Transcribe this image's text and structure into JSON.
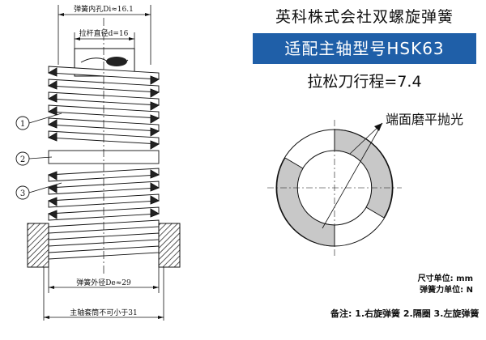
{
  "spring_drawing": {
    "inner_dia_label": "弹簧内孔Di≈16.1",
    "rod_dia_label": "拉杆直径d=16",
    "outer_dia_label": "弹簧外径De≈29",
    "sleeve_label": "主轴套筒不可小于31",
    "markers": [
      "1",
      "2",
      "3"
    ]
  },
  "info": {
    "company": "英科株式会社双螺旋弹簧",
    "model": "适配主轴型号HSK63",
    "stroke": "拉松刀行程=7.4"
  },
  "end_face": {
    "callout": "端面磨平抛光"
  },
  "units": {
    "size": "尺寸单位: mm",
    "force": "弹簧力单位: N"
  },
  "note": "备注: 1.右旋弹簧 2.隔圈 3.左旋弹簧",
  "colors": {
    "model_bar": "#1f5fa8",
    "ground_face": "#c8c8c8",
    "line": "#111111"
  }
}
